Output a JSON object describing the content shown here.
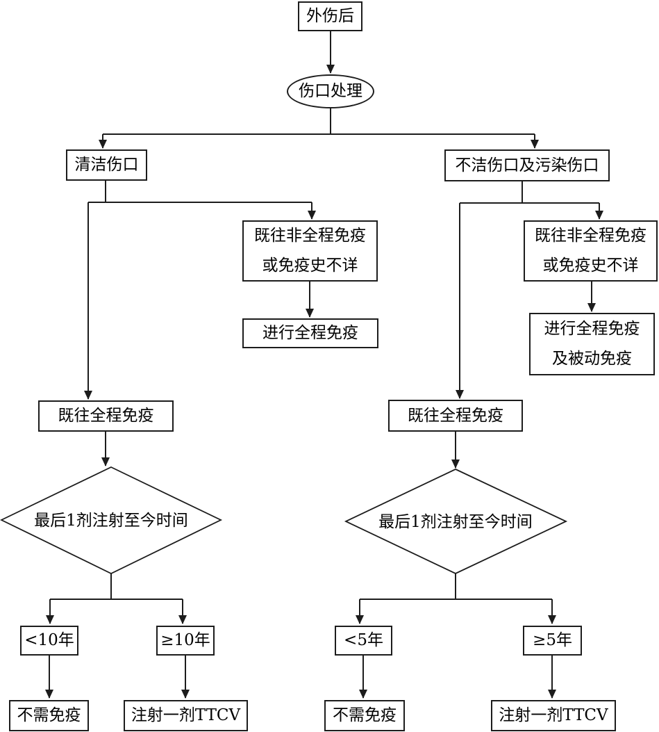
{
  "nodes": {
    "trauma": {
      "label": "外伤后"
    },
    "wound_treatment": {
      "label": "伤口处理"
    },
    "clean_wound": {
      "label": "清洁伤口"
    },
    "dirty_wound": {
      "label": "不洁伤口及污染伤口"
    },
    "left_non_full": {
      "label": "既往非全程免疫\n或免疫史不详"
    },
    "left_full_course": {
      "label": "进行全程免疫"
    },
    "right_non_full": {
      "label": "既往非全程免疫\n或免疫史不详"
    },
    "right_full_course": {
      "label": "进行全程免疫\n及被动免疫"
    },
    "left_prev_full": {
      "label": "既往全程免疫"
    },
    "right_prev_full": {
      "label": "既往全程免疫"
    },
    "left_decision": {
      "label": "最后1剂注射至今时间"
    },
    "right_decision": {
      "label": "最后1剂注射至今时间"
    },
    "lt10": {
      "label": "<10年"
    },
    "ge10": {
      "label": "≥10年"
    },
    "lt5": {
      "label": "<5年"
    },
    "ge5": {
      "label": "≥5年"
    },
    "left_no_need": {
      "label": "不需免疫"
    },
    "left_ttcv": {
      "label": "注射一剂TTCV"
    },
    "right_no_need": {
      "label": "不需免疫"
    },
    "right_ttcv": {
      "label": "注射一剂TTCV"
    }
  },
  "edges": [
    {
      "from": "外伤后",
      "to": "伤口处理"
    },
    {
      "from": "伤口处理",
      "to": "清洁伤口"
    },
    {
      "from": "伤口处理",
      "to": "不洁伤口及污染伤口"
    },
    {
      "from": "清洁伤口",
      "to": "既往非全程免疫或免疫史不详"
    },
    {
      "from": "清洁伤口",
      "to": "既往全程免疫"
    },
    {
      "from": "既往非全程免疫或免疫史不详(清洁)",
      "to": "进行全程免疫"
    },
    {
      "from": "不洁伤口及污染伤口",
      "to": "既往非全程免疫或免疫史不详"
    },
    {
      "from": "不洁伤口及污染伤口",
      "to": "既往全程免疫"
    },
    {
      "from": "既往非全程免疫或免疫史不详(不洁)",
      "to": "进行全程免疫及被动免疫"
    },
    {
      "from": "既往全程免疫(清洁)",
      "to": "最后1剂注射至今时间"
    },
    {
      "from": "最后1剂注射至今时间(清洁)",
      "to": "<10年"
    },
    {
      "from": "最后1剂注射至今时间(清洁)",
      "to": "≥10年"
    },
    {
      "from": "<10年",
      "to": "不需免疫"
    },
    {
      "from": "≥10年",
      "to": "注射一剂TTCV"
    },
    {
      "from": "既往全程免疫(不洁)",
      "to": "最后1剂注射至今时间"
    },
    {
      "from": "最后1剂注射至今时间(不洁)",
      "to": "<5年"
    },
    {
      "from": "最后1剂注射至今时间(不洁)",
      "to": "≥5年"
    },
    {
      "from": "<5年",
      "to": "不需免疫"
    },
    {
      "from": "≥5年",
      "to": "注射一剂TTCV"
    }
  ],
  "colors": {
    "line": "#1c1c1c",
    "text": "#000000",
    "background": "#ffffff"
  }
}
